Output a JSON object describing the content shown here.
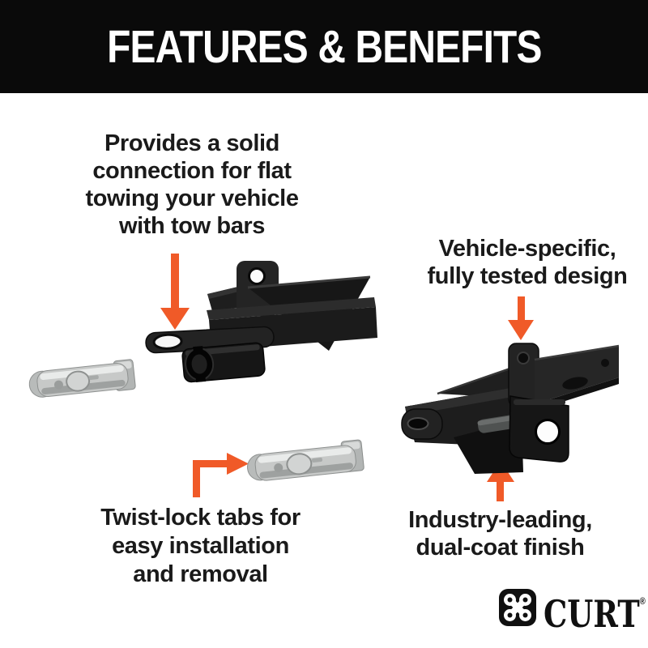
{
  "header": {
    "title": "FEATURES & BENEFITS"
  },
  "callouts": [
    {
      "id": "flat-towing",
      "lines": [
        "Provides a solid",
        "connection for flat",
        "towing your vehicle",
        "with tow bars"
      ]
    },
    {
      "id": "vehicle-specific",
      "lines": [
        "Vehicle-specific,",
        "fully tested design"
      ]
    },
    {
      "id": "twist-lock-tabs",
      "lines": [
        "Twist-lock tabs for",
        "easy installation",
        "and removal"
      ]
    },
    {
      "id": "dual-coat-finish",
      "lines": [
        "Industry-leading,",
        "dual-coat finish"
      ]
    }
  ],
  "brand": {
    "logo_text": "CURT",
    "registered_mark": "®"
  },
  "icons": [
    "arrow-down-icon",
    "arrow-down-icon",
    "arrow-elbow-right-icon",
    "arrow-up-icon",
    "curt-clover-icon"
  ],
  "images": [
    {
      "name": "baseplate-front-view",
      "subject": "black flat-towing baseplate with receiver tube"
    },
    {
      "name": "twist-lock-tab-removed",
      "subject": "gray twist-lock tab"
    },
    {
      "name": "twist-lock-tab-closeup",
      "subject": "gray twist-lock tab"
    },
    {
      "name": "baseplate-angled-view",
      "subject": "black flat-towing baseplate angled view"
    }
  ],
  "colors": {
    "accent_orange": "#F05A28",
    "banner_black": "#0A0A0A",
    "text_black": "#1A1A1A",
    "background": "#FFFFFF",
    "product_black": "#1C1C1C",
    "tab_gray": "#C7C9C8"
  }
}
